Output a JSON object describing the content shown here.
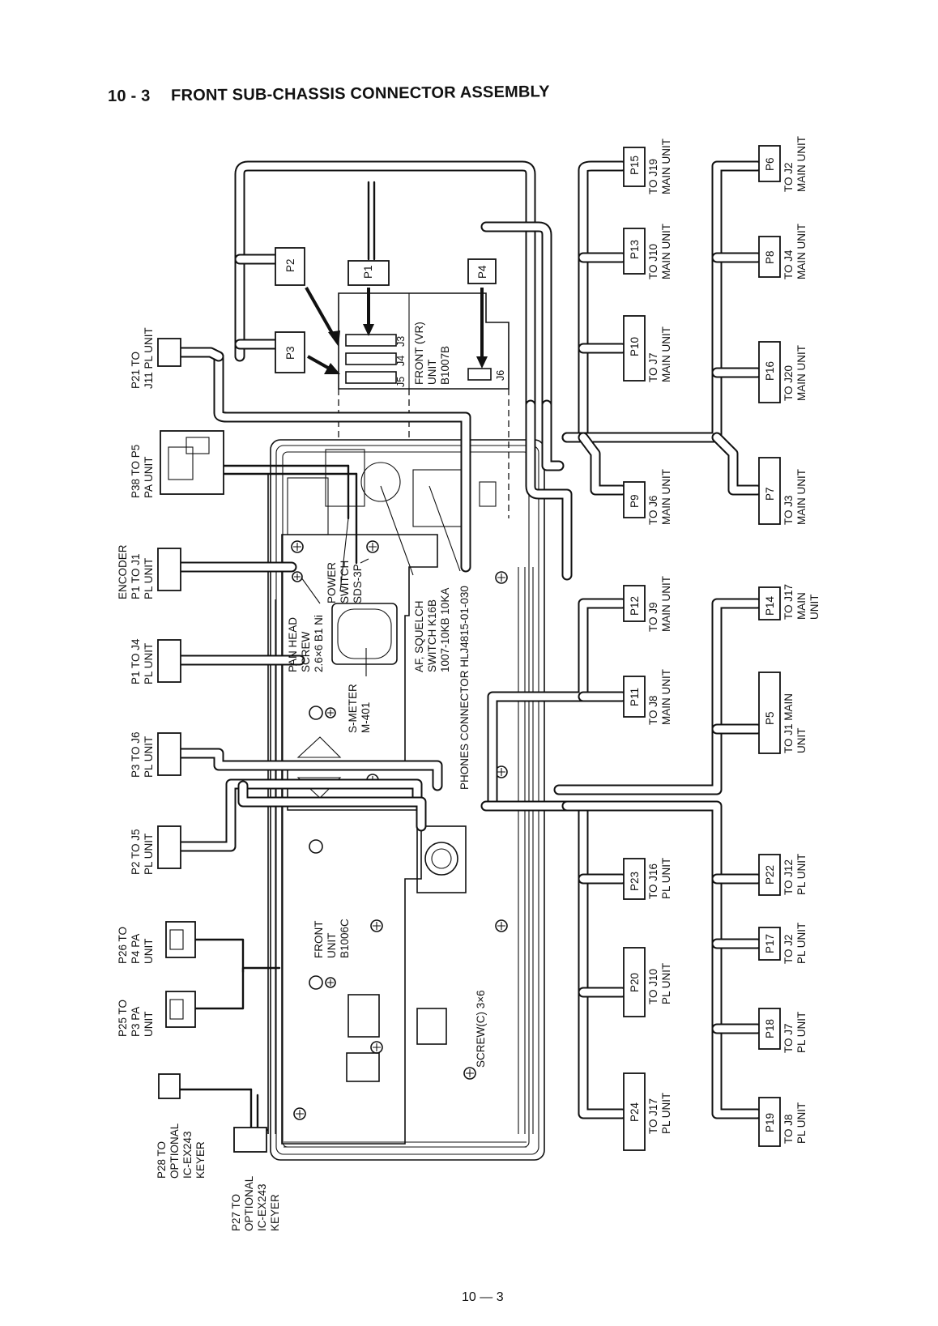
{
  "header": {
    "section_number": "10 - 3",
    "title": "FRONT SUB-CHASSIS CONNECTOR ASSEMBLY"
  },
  "footer": {
    "page_number": "10 — 3"
  },
  "diagram": {
    "front_vr_unit": {
      "label_lines": [
        "FRONT (VR)",
        "UNIT",
        "B1007B"
      ],
      "jacks": [
        "J5",
        "J4",
        "J3",
        "J6"
      ]
    },
    "front_unit": {
      "label_lines": [
        "FRONT",
        "UNIT",
        "B1006C"
      ]
    },
    "top_plugs": [
      "P2",
      "P1",
      "P4",
      "P3"
    ],
    "left_connectors": [
      {
        "lines": [
          "P21 TO",
          "J11 PL UNIT"
        ]
      },
      {
        "lines": [
          "P38 TO P5",
          "PA UNIT"
        ]
      },
      {
        "lines": [
          "ENCODER",
          "P1 TO J1",
          "PL UNIT"
        ]
      },
      {
        "lines": [
          "P1 TO J4",
          "PL UNIT"
        ]
      },
      {
        "lines": [
          "P3 TO J6",
          "PL UNIT"
        ]
      },
      {
        "lines": [
          "P2 TO J5",
          "PL UNIT"
        ]
      },
      {
        "lines": [
          "P26 TO",
          "P4 PA",
          "UNIT"
        ]
      },
      {
        "lines": [
          "P25 TO",
          "P3 PA",
          "UNIT"
        ]
      },
      {
        "lines": [
          "P28 TO",
          "OPTIONAL",
          "IC-EX243",
          "KEYER"
        ]
      },
      {
        "lines": [
          "P27 TO",
          "OPTIONAL",
          "IC-EX243",
          "KEYER"
        ]
      }
    ],
    "callouts": [
      {
        "lines": [
          "PAN HEAD",
          "SCREW",
          "2.6×6 B1 Ni"
        ]
      },
      {
        "lines": [
          "POWER",
          "SWITCH",
          "SDS-3P"
        ]
      },
      {
        "lines": [
          "AF, SQUELCH",
          "SWITCH K16B",
          "1007-10KB 10KA"
        ]
      },
      {
        "lines": [
          "PHONES CONNECTOR HLJ4815-01-030"
        ]
      },
      {
        "lines": [
          "S-METER",
          "M-401"
        ]
      },
      {
        "lines": [
          "SCREW(C) 3×6"
        ]
      }
    ],
    "right_plugs_col1": [
      {
        "plug": "P15",
        "lines": [
          "TO J19",
          "MAIN UNIT"
        ]
      },
      {
        "plug": "P13",
        "lines": [
          "TO J10",
          "MAIN UNIT"
        ]
      },
      {
        "plug": "P10",
        "lines": [
          "TO J7",
          "MAIN UNIT"
        ]
      },
      {
        "plug": "P9",
        "lines": [
          "TO J6",
          "MAIN UNIT"
        ]
      },
      {
        "plug": "P12",
        "lines": [
          "TO J9",
          "MAIN UNIT"
        ]
      },
      {
        "plug": "P11",
        "lines": [
          "TO J8",
          "MAIN UNIT"
        ]
      },
      {
        "plug": "P23",
        "lines": [
          "TO J16",
          "PL UNIT"
        ]
      },
      {
        "plug": "P20",
        "lines": [
          "TO J10",
          "PL UNIT"
        ]
      },
      {
        "plug": "P24",
        "lines": [
          "TO J17",
          "PL UNIT"
        ]
      }
    ],
    "right_plugs_col2": [
      {
        "plug": "P6",
        "lines": [
          "TO J2",
          "MAIN UNIT"
        ]
      },
      {
        "plug": "P8",
        "lines": [
          "TO J4",
          "MAIN UNIT"
        ]
      },
      {
        "plug": "P16",
        "lines": [
          "TO J20",
          "MAIN UNIT"
        ]
      },
      {
        "plug": "P7",
        "lines": [
          "TO J3",
          "MAIN UNIT"
        ]
      },
      {
        "plug": "P14",
        "lines": [
          "TO J17",
          "MAIN",
          "UNIT"
        ]
      },
      {
        "plug": "P5",
        "lines": [
          "TO J1 MAIN",
          "UNIT"
        ]
      },
      {
        "plug": "P22",
        "lines": [
          "TO J12",
          "PL UNIT"
        ]
      },
      {
        "plug": "P17",
        "lines": [
          "TO J2",
          "PL UNIT"
        ]
      },
      {
        "plug": "P18",
        "lines": [
          "TO J7",
          "PL UNIT"
        ]
      },
      {
        "plug": "P19",
        "lines": [
          "TO J8",
          "PL UNIT"
        ]
      }
    ]
  }
}
